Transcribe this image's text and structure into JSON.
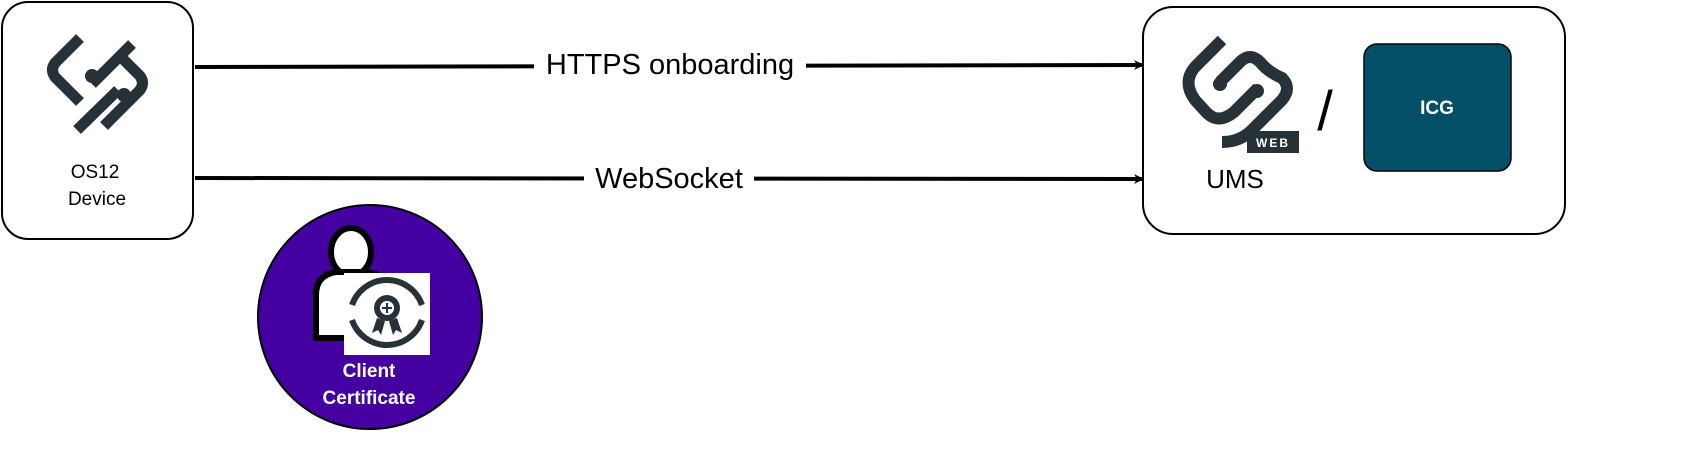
{
  "device": {
    "line1": "OS12",
    "line2": "Device",
    "icon": "os12-logo-icon"
  },
  "ums": {
    "label": "UMS",
    "logo_badge": "WEB",
    "separator": "/",
    "icon": "ums-web-logo-icon"
  },
  "icg": {
    "label": "ICG",
    "color": "#034F68"
  },
  "connections": [
    {
      "label": "HTTPS onboarding"
    },
    {
      "label": "WebSocket"
    }
  ],
  "certificate": {
    "line1": "Client",
    "line2": "Certificate",
    "color": "#4400A0",
    "icon": "user-certificate-icon"
  },
  "colors": {
    "icon_dark": "#263238"
  }
}
